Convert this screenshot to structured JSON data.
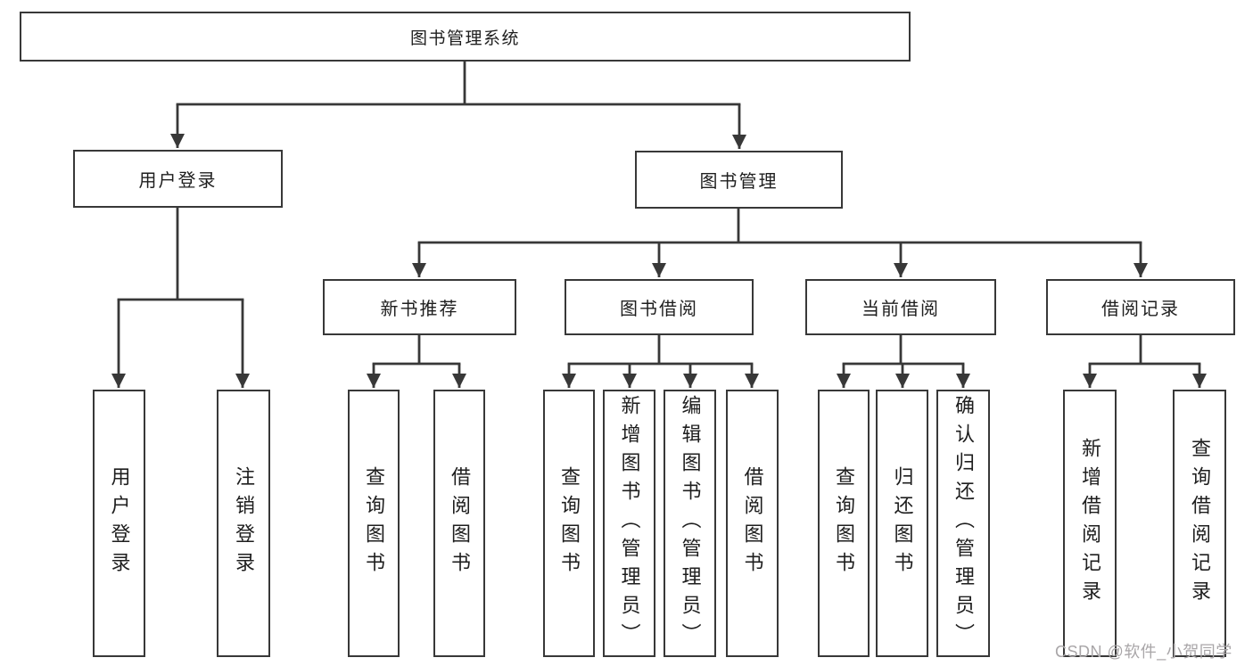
{
  "root": {
    "label": "图书管理系统"
  },
  "branches": [
    {
      "label": "用户登录",
      "children": [
        {
          "label": "用户登录"
        },
        {
          "label": "注销登录"
        }
      ]
    },
    {
      "label": "图书管理",
      "children": [
        {
          "label": "新书推荐",
          "children": [
            {
              "label": "查询图书"
            },
            {
              "label": "借阅图书"
            }
          ]
        },
        {
          "label": "图书借阅",
          "children": [
            {
              "label": "查询图书"
            },
            {
              "label": "新增图书（管理员）"
            },
            {
              "label": "编辑图书（管理员）"
            },
            {
              "label": "借阅图书"
            }
          ]
        },
        {
          "label": "当前借阅",
          "children": [
            {
              "label": "查询图书"
            },
            {
              "label": "归还图书"
            },
            {
              "label": "确认归还（管理员）"
            }
          ]
        },
        {
          "label": "借阅记录",
          "children": [
            {
              "label": "新增借阅记录"
            },
            {
              "label": "查询借阅记录"
            }
          ]
        }
      ]
    }
  ],
  "watermark": "CSDN @软件_小贺同学",
  "colors": {
    "line": "#383838",
    "text": "#1e1e1e",
    "watermark": "#a9a6a8",
    "background": "#ffffff"
  }
}
